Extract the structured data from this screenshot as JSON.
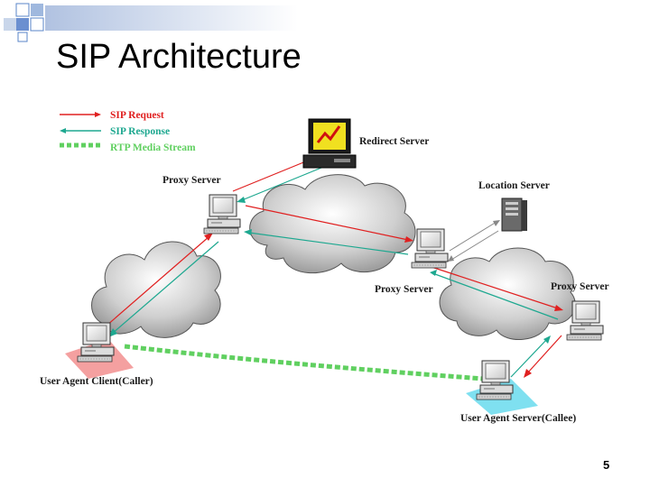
{
  "slide": {
    "title": "SIP Architecture",
    "page_number": "5"
  },
  "legend": {
    "sip_request": "SIP Request",
    "sip_response": "SIP Response",
    "rtp_media_stream": "RTP Media Stream"
  },
  "nodes": {
    "redirect_server": "Redirect Server",
    "location_server": "Location Server",
    "proxy_left": "Proxy Server",
    "proxy_middle": "Proxy Server",
    "proxy_right": "Proxy Server",
    "caller": "User Agent Client(Caller)",
    "callee": "User Agent Server(Callee)"
  },
  "colors": {
    "request": "#e02020",
    "response": "#1ea890",
    "rtp": "#60d060",
    "caller_highlight": "#f4a0a0",
    "callee_highlight": "#7fe0f0"
  }
}
